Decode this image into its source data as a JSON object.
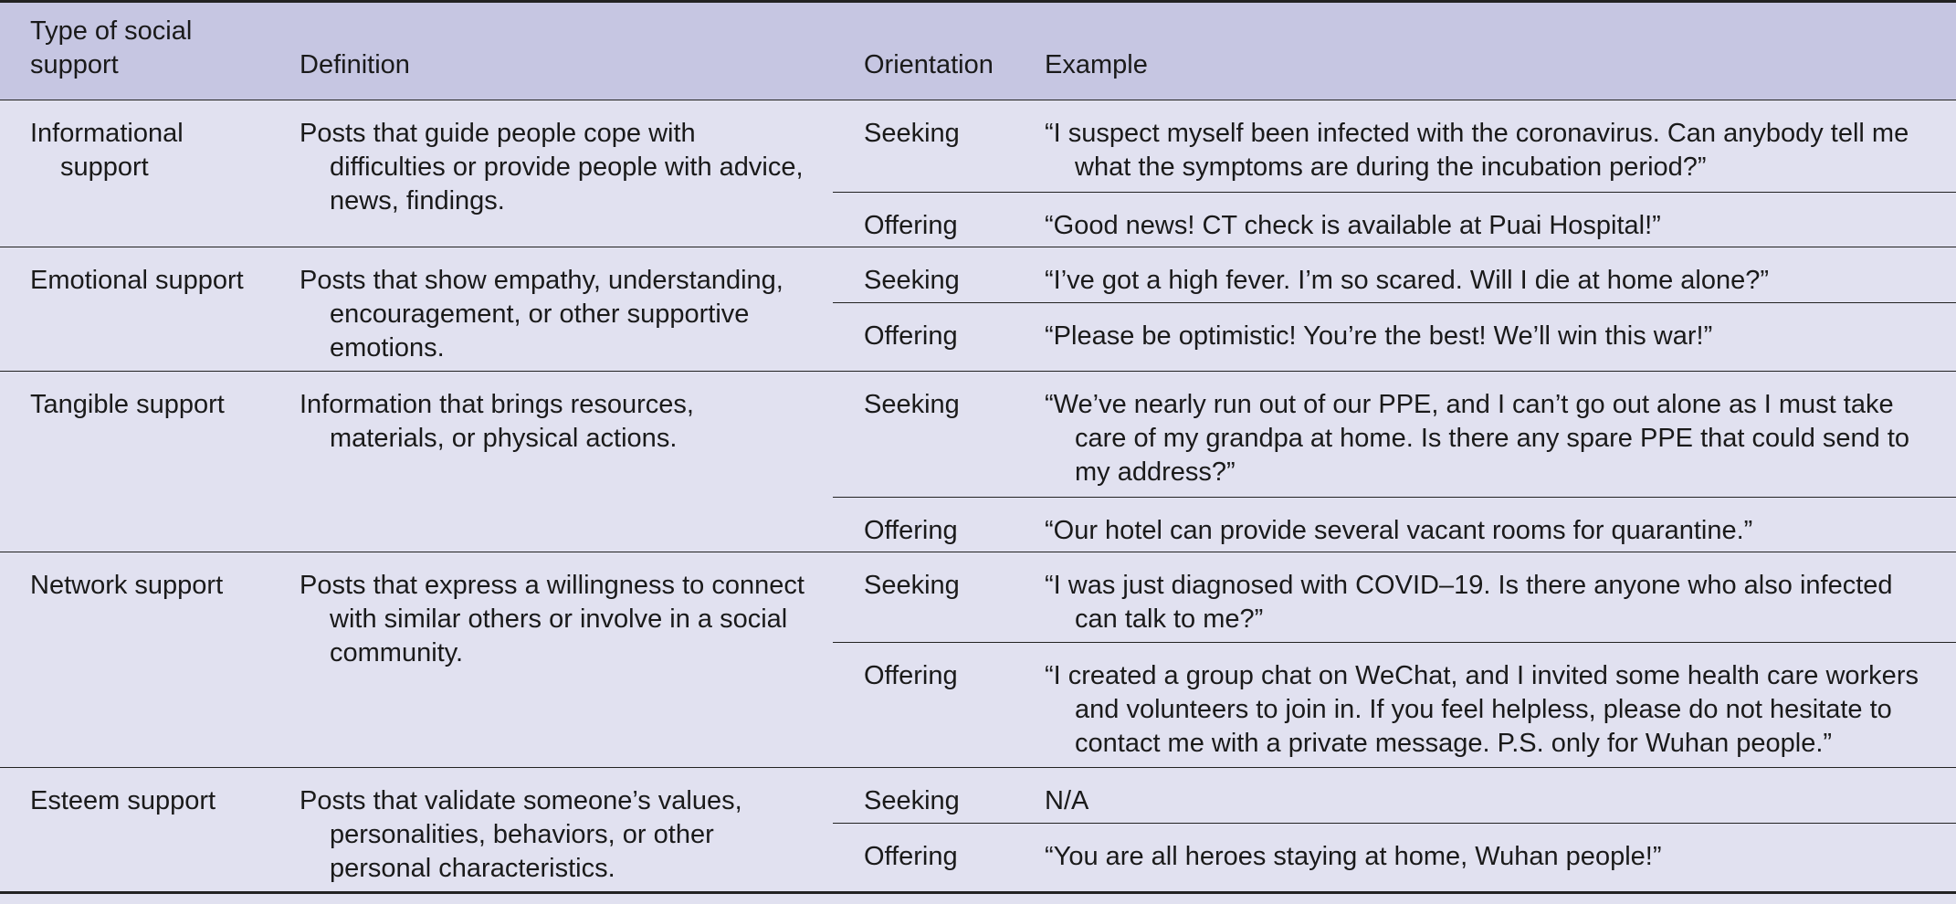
{
  "header": {
    "type": "Type of social support",
    "definition": "Definition",
    "orientation": "Orientation",
    "example": "Example"
  },
  "groups": [
    {
      "type": "Informational support",
      "definition": "Posts that guide people cope with difficulties or provide people with advice, news, findings.",
      "rows": [
        {
          "orientation": "Seeking",
          "example": "“I suspect myself been infected with the coronavirus. Can anybody tell me what the symptoms are during the incubation period?”"
        },
        {
          "orientation": "Offering",
          "example": "“Good news! CT check is available at Puai Hospital!”"
        }
      ]
    },
    {
      "type": "Emotional support",
      "definition": "Posts that show empathy, understanding, encouragement, or other supportive emotions.",
      "rows": [
        {
          "orientation": "Seeking",
          "example": "“I’ve got a high fever. I’m so scared. Will I die at home alone?”"
        },
        {
          "orientation": "Offering",
          "example": "“Please be optimistic! You’re the best! We’ll win this war!”"
        }
      ]
    },
    {
      "type": "Tangible support",
      "definition": "Information that brings resources, materials, or physical actions.",
      "rows": [
        {
          "orientation": "Seeking",
          "example": "“We’ve nearly run out of our PPE, and I can’t go out alone as I must take care of my grandpa at home. Is there any spare PPE that could send to my address?”"
        },
        {
          "orientation": "Offering",
          "example": "“Our hotel can provide several vacant rooms for quarantine.”"
        }
      ]
    },
    {
      "type": "Network support",
      "definition": "Posts that express a willingness to connect with similar others or involve in a social community.",
      "rows": [
        {
          "orientation": "Seeking",
          "example": "“I was just diagnosed with COVID–19. Is there anyone who also infected can talk to me?”"
        },
        {
          "orientation": "Offering",
          "example": "“I created a group chat on WeChat, and I invited some health care workers and volunteers to join in. If you feel helpless, please do not hesitate to contact me with a private message. P.S. only for Wuhan people.”"
        }
      ]
    },
    {
      "type": "Esteem support",
      "definition": "Posts that validate someone’s values, personalities, behaviors, or other personal characteristics.",
      "rows": [
        {
          "orientation": "Seeking",
          "example": "N/A"
        },
        {
          "orientation": "Offering",
          "example": "“You are all heroes staying at home, Wuhan people!”"
        }
      ]
    }
  ]
}
